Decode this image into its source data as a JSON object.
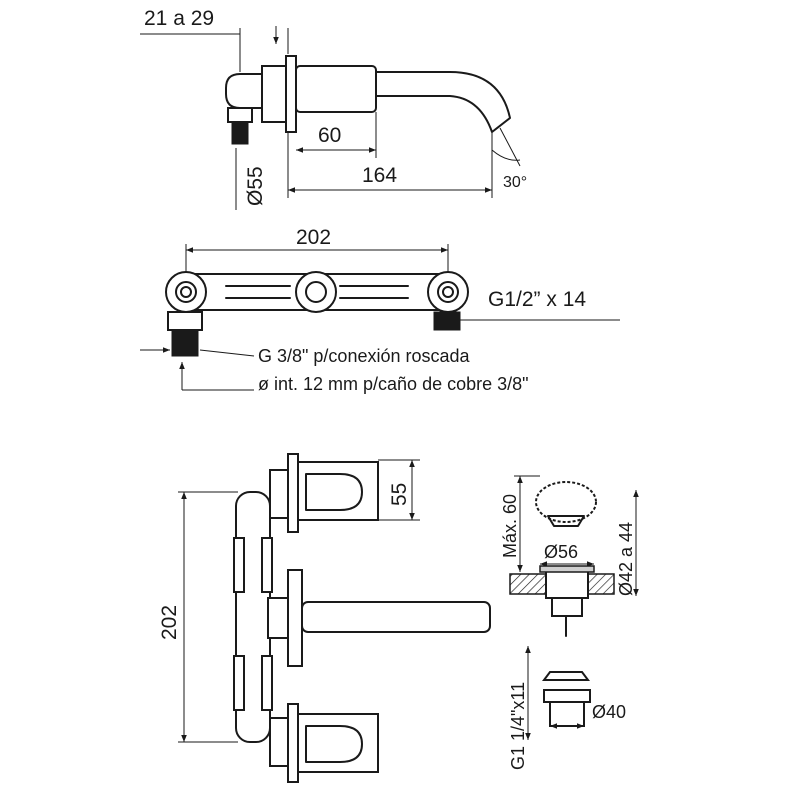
{
  "side_view": {
    "dim_top": "21 a 29",
    "dim_60": "60",
    "dim_164": "164",
    "dim_diameter": "Ø55",
    "angle": "30°"
  },
  "body_view": {
    "dim_width": "202",
    "thread_outlet": "G1/2” x 14",
    "note_thread": "G 3/8\" p/conexión roscada",
    "note_pipe": "ø int. 12 mm p/caño de cobre 3/8\""
  },
  "front_view": {
    "dim_height": "202",
    "dim_55": "55"
  },
  "drain_view": {
    "max_height": "Máx. 60",
    "dim_56": "Ø56",
    "dim_42_44": "Ø42 a 44",
    "thread": "G1 1/4\"x11",
    "dim_40": "Ø40"
  }
}
